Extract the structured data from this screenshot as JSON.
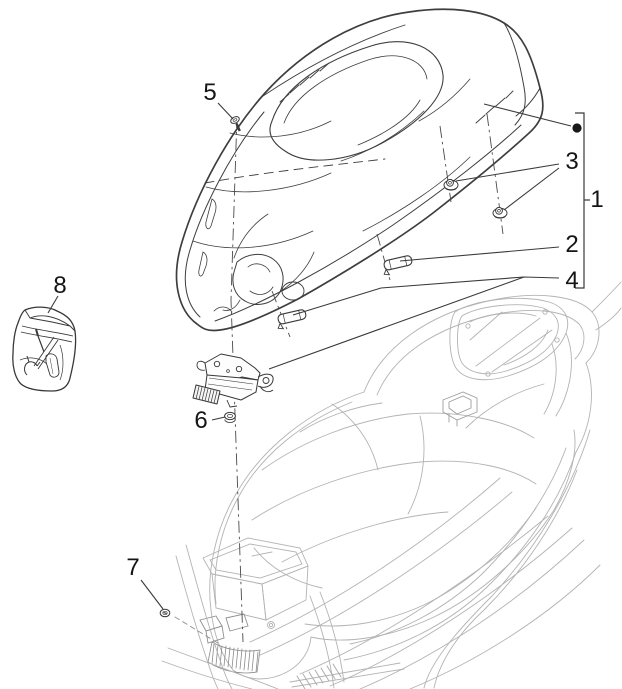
{
  "colors": {
    "background": "#ffffff",
    "dark_line": "#3e3e3e",
    "light_line": "#b3b3b3",
    "label_color": "#151515"
  },
  "callouts": [
    {
      "label": "1"
    },
    {
      "label": "2"
    },
    {
      "label": "3"
    },
    {
      "label": "4"
    },
    {
      "label": "5"
    },
    {
      "label": "6"
    },
    {
      "label": "7"
    },
    {
      "label": "8"
    }
  ]
}
